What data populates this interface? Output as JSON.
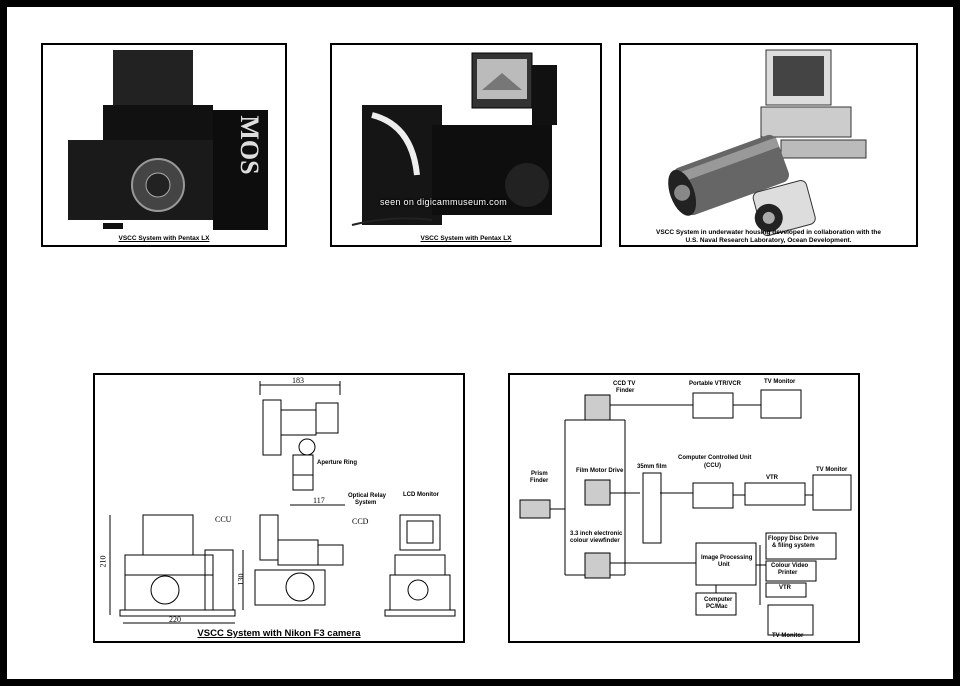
{
  "photos": {
    "p1_caption": "VSCC System with Pentax LX",
    "p2_caption": "VSCC System with Pentax LX",
    "p2_watermark": "seen on digicammuseum.com",
    "p3_caption_line1": "VSCC System in underwater housing developed in collaboration with the",
    "p3_caption_line2": "U.S. Naval Research Laboratory, Ocean Development."
  },
  "drawing": {
    "caption": "VSCC System with Nikon F3 camera",
    "dim_183": "183",
    "dim_117": "117",
    "dim_210": "210",
    "dim_130": "130",
    "dim_220": "220",
    "aperture_ring": "Aperture Ring",
    "optical_relay": "Optical Relay",
    "optical_relay2": "System",
    "ccd": "CCD",
    "ccu": "CCU",
    "lcd_monitor": "LCD Monitor"
  },
  "diagram": {
    "ccd_tv": "CCD TV",
    "finder": "Finder",
    "portable_vtr": "Portable VTR/VCR",
    "tv_monitor": "TV Monitor",
    "prism": "Prism",
    "prism_finder": "Finder",
    "film_motor": "Film Motor Drive",
    "film_35": "35mm film",
    "computer_controlled": "Computer Controlled Unit",
    "ccu_paren": "(CCU)",
    "vtr": "VTR",
    "tv_monitor_2": "TV Monitor",
    "lcd_line1": "3.3 inch electronic",
    "lcd_line2": "colour viewfinder",
    "image_proc1": "Image Processing",
    "image_proc2": "Unit",
    "floppy1": "Floppy Disc Drive",
    "floppy2": "& filing system",
    "colour_video1": "Colour Video",
    "colour_video2": "Printer",
    "vtr_2": "VTR",
    "computer1": "Computer",
    "computer2": "PC/Mac",
    "tv_monitor_3": "TV Monitor"
  }
}
